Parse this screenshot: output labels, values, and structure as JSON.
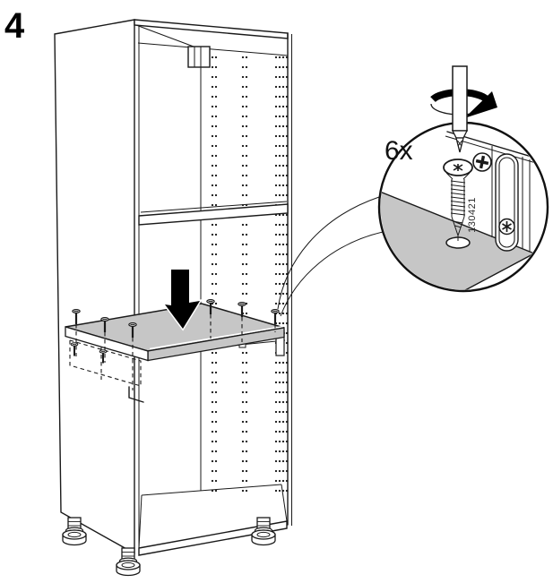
{
  "step": {
    "number": "4"
  },
  "detail_callout": {
    "quantity_label": "6x",
    "part_number": "130421"
  },
  "colors": {
    "outline": "#1a1a1a",
    "shelf_gray": "#c6c6c6",
    "arrow": "#000000",
    "background": "#ffffff"
  }
}
